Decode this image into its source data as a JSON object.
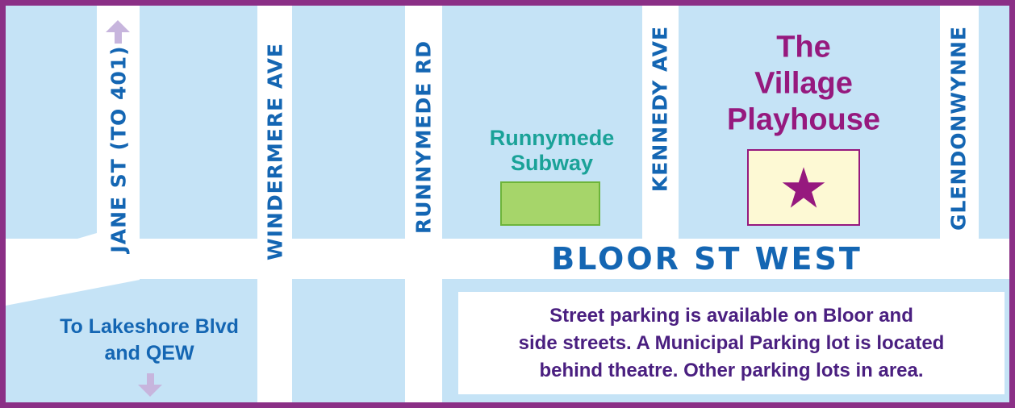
{
  "streets": {
    "jane": "JANE ST (TO 401)",
    "windermere": "WINDERMERE AVE",
    "runnymede": "RUNNYMEDE RD",
    "kennedy": "KENNEDY AVE",
    "glendonwynne": "GLENDONWYNNE",
    "bloor": "BLOOR ST WEST"
  },
  "directions": {
    "lakeshore_line1": "To Lakeshore Blvd",
    "lakeshore_line2": "and QEW"
  },
  "landmarks": {
    "subway_line1": "Runnymede",
    "subway_line2": "Subway",
    "theatre_line1": "The",
    "theatre_line2": "Village",
    "theatre_line3": "Playhouse"
  },
  "parking_note": {
    "line1": "Street parking is available on Bloor and",
    "line2": "side streets. A Municipal Parking lot is located",
    "line3": "behind theatre. Other parking lots in area."
  },
  "colors": {
    "border": "#8b2f86",
    "block": "#c5e3f6",
    "street_text": "#1466b3",
    "theatre": "#96197e",
    "subway_text": "#1aa298",
    "subway_box": "#a6d56a",
    "note_text": "#4a1f80",
    "arrow": "#c7b5dd"
  },
  "icons": {
    "theatre_marker": "star-icon",
    "north_arrow": "arrow-up-icon",
    "south_arrow": "arrow-down-icon"
  }
}
